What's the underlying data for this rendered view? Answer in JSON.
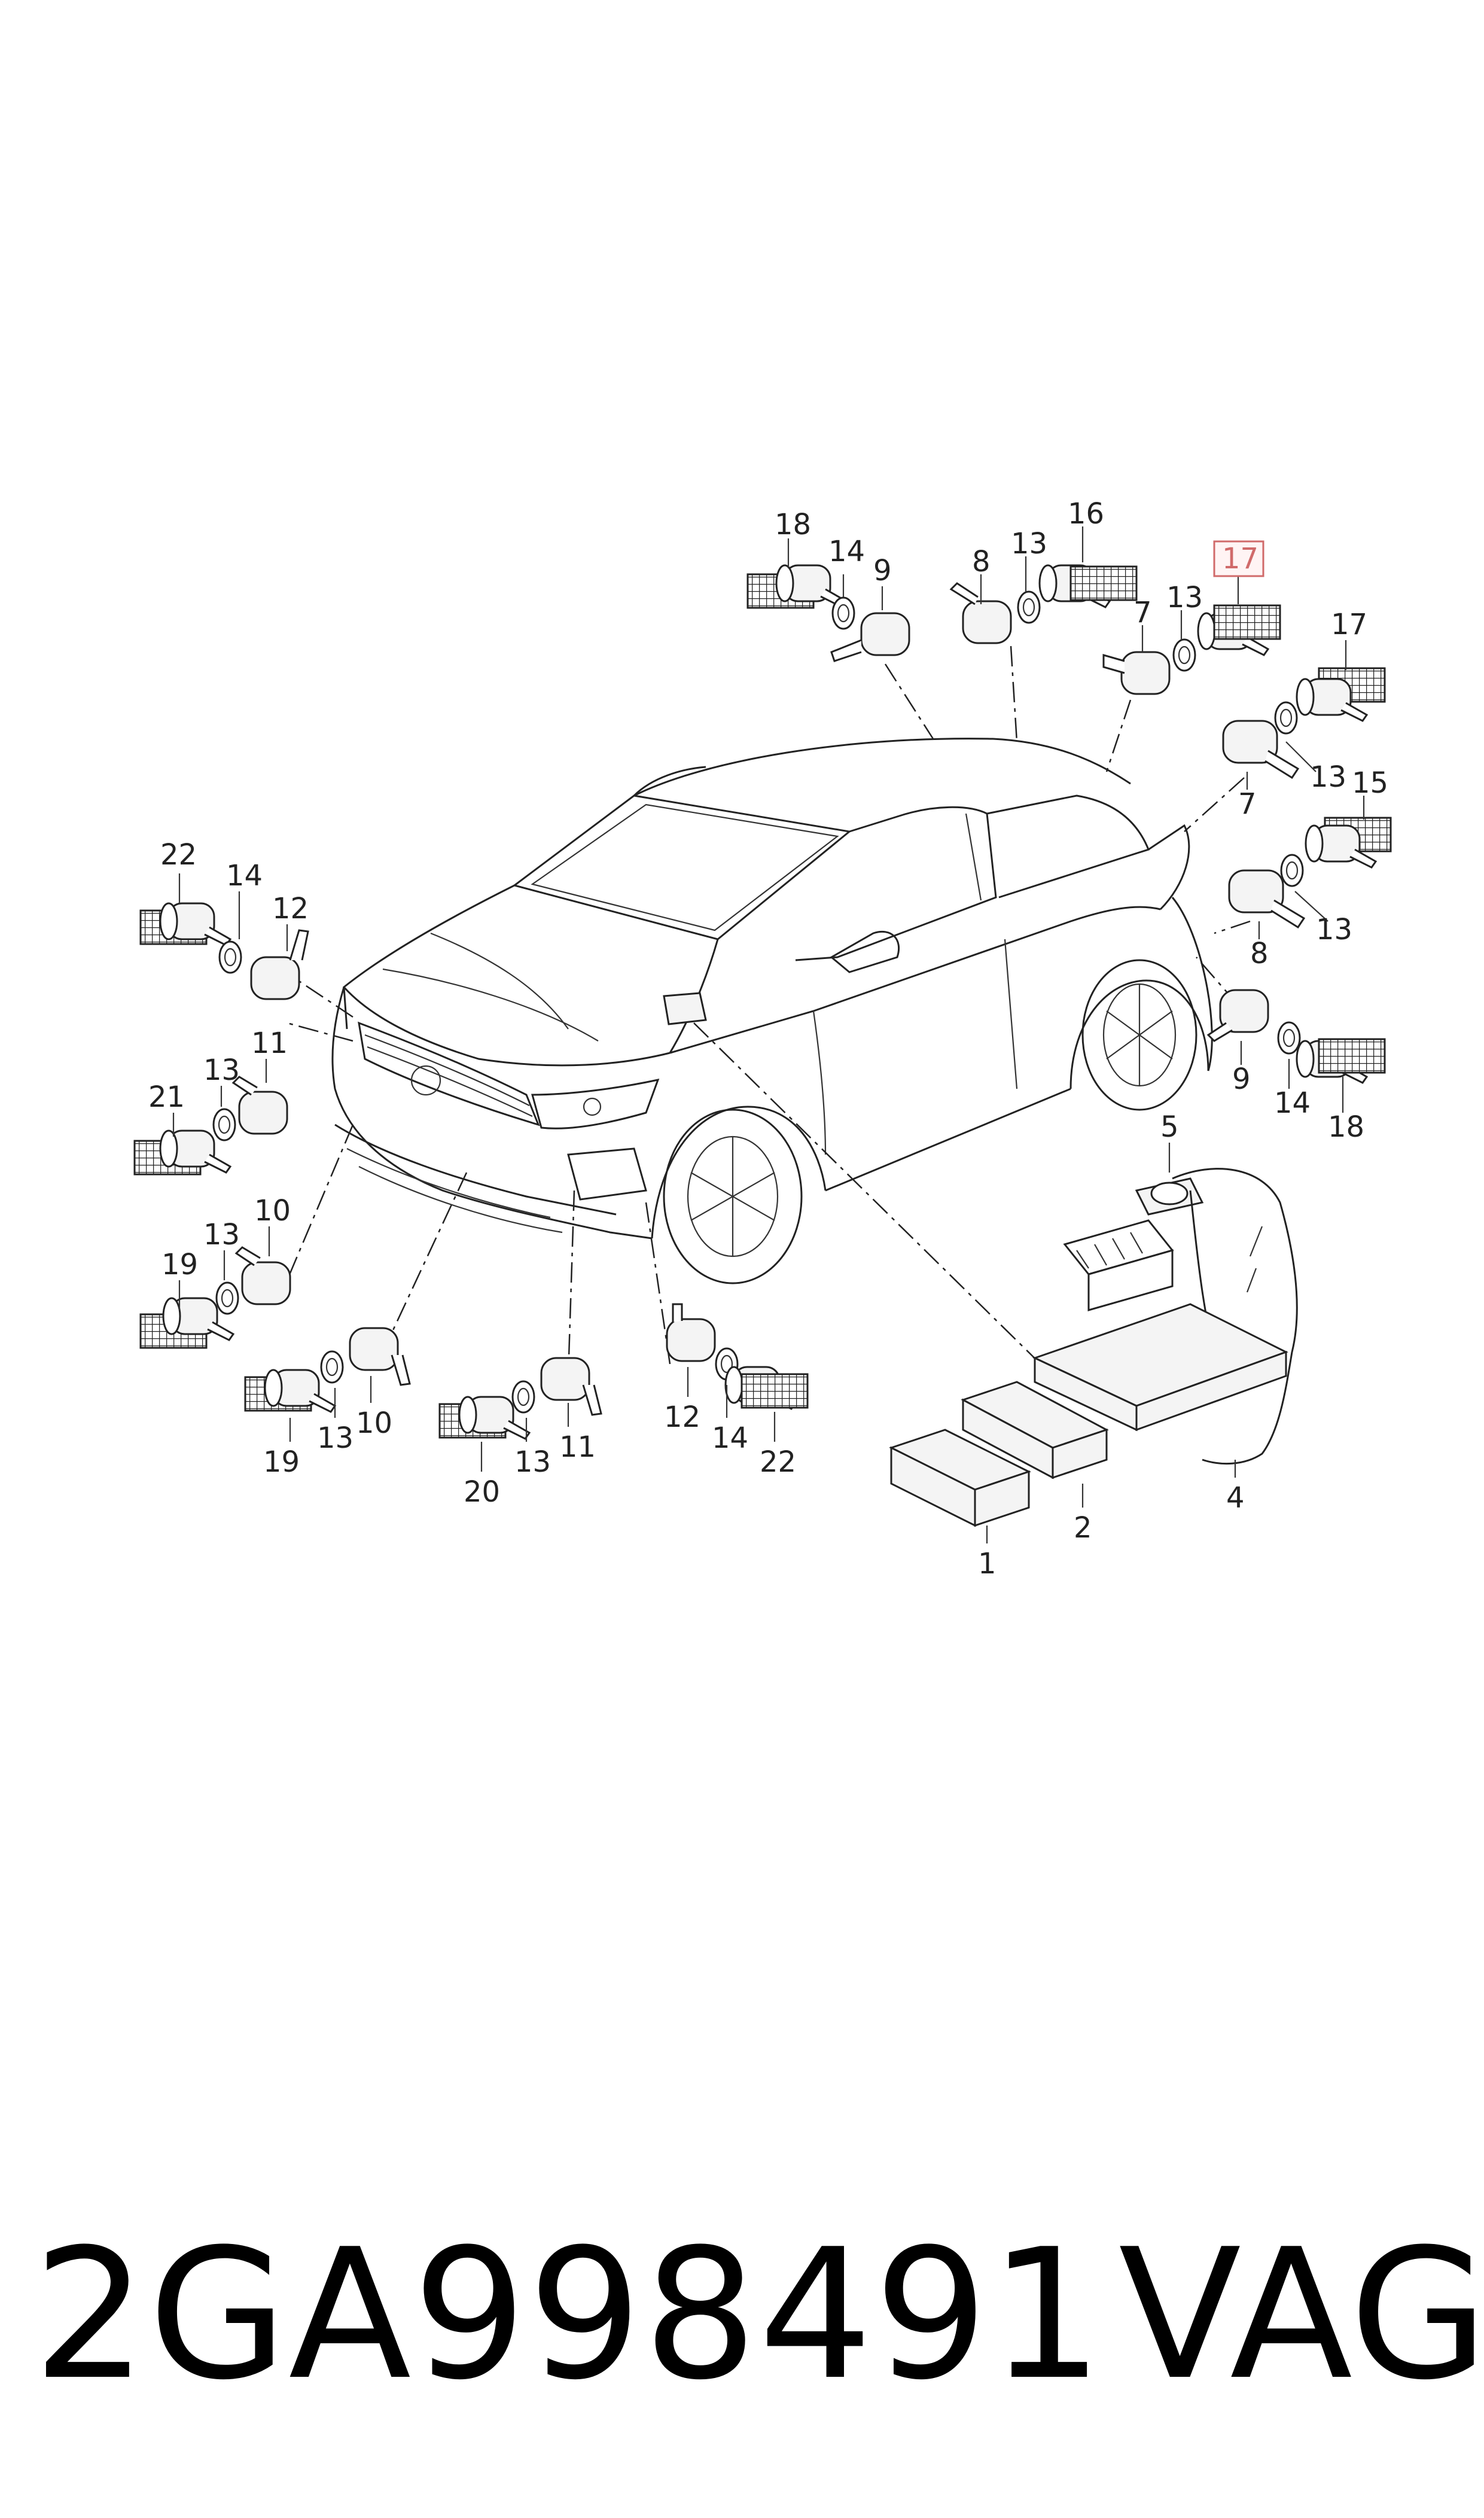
{
  "diagram": {
    "callouts": [
      {
        "id": "c18a",
        "label": "18"
      },
      {
        "id": "c14a",
        "label": "14"
      },
      {
        "id": "c9a",
        "label": "9"
      },
      {
        "id": "c8a",
        "label": "8"
      },
      {
        "id": "c13a",
        "label": "13"
      },
      {
        "id": "c16",
        "label": "16"
      },
      {
        "id": "c7a",
        "label": "7"
      },
      {
        "id": "c13b",
        "label": "13"
      },
      {
        "id": "c17a",
        "label": "17"
      },
      {
        "id": "c17b",
        "label": "17"
      },
      {
        "id": "c13c",
        "label": "13"
      },
      {
        "id": "c7b",
        "label": "7"
      },
      {
        "id": "c15",
        "label": "15"
      },
      {
        "id": "c13d",
        "label": "13"
      },
      {
        "id": "c8b",
        "label": "8"
      },
      {
        "id": "c9b",
        "label": "9"
      },
      {
        "id": "c14b",
        "label": "14"
      },
      {
        "id": "c18b",
        "label": "18"
      },
      {
        "id": "c22a",
        "label": "22"
      },
      {
        "id": "c14c",
        "label": "14"
      },
      {
        "id": "c12a",
        "label": "12"
      },
      {
        "id": "c11a",
        "label": "11"
      },
      {
        "id": "c13e",
        "label": "13"
      },
      {
        "id": "c21",
        "label": "21"
      },
      {
        "id": "c10a",
        "label": "10"
      },
      {
        "id": "c13f",
        "label": "13"
      },
      {
        "id": "c19a",
        "label": "19"
      },
      {
        "id": "c19b",
        "label": "19"
      },
      {
        "id": "c13g",
        "label": "13"
      },
      {
        "id": "c10b",
        "label": "10"
      },
      {
        "id": "c20",
        "label": "20"
      },
      {
        "id": "c13h",
        "label": "13"
      },
      {
        "id": "c11b",
        "label": "11"
      },
      {
        "id": "c12b",
        "label": "12"
      },
      {
        "id": "c14d",
        "label": "14"
      },
      {
        "id": "c22b",
        "label": "22"
      },
      {
        "id": "c5",
        "label": "5"
      },
      {
        "id": "c4",
        "label": "4"
      },
      {
        "id": "c2",
        "label": "2"
      },
      {
        "id": "c1",
        "label": "1"
      }
    ],
    "highlighted_callout": "17"
  },
  "footer": {
    "part_number": "2GA998491",
    "brand": "VAG"
  },
  "colors": {
    "line": "#222222",
    "highlight": "#d06a6a",
    "background": "#ffffff"
  }
}
